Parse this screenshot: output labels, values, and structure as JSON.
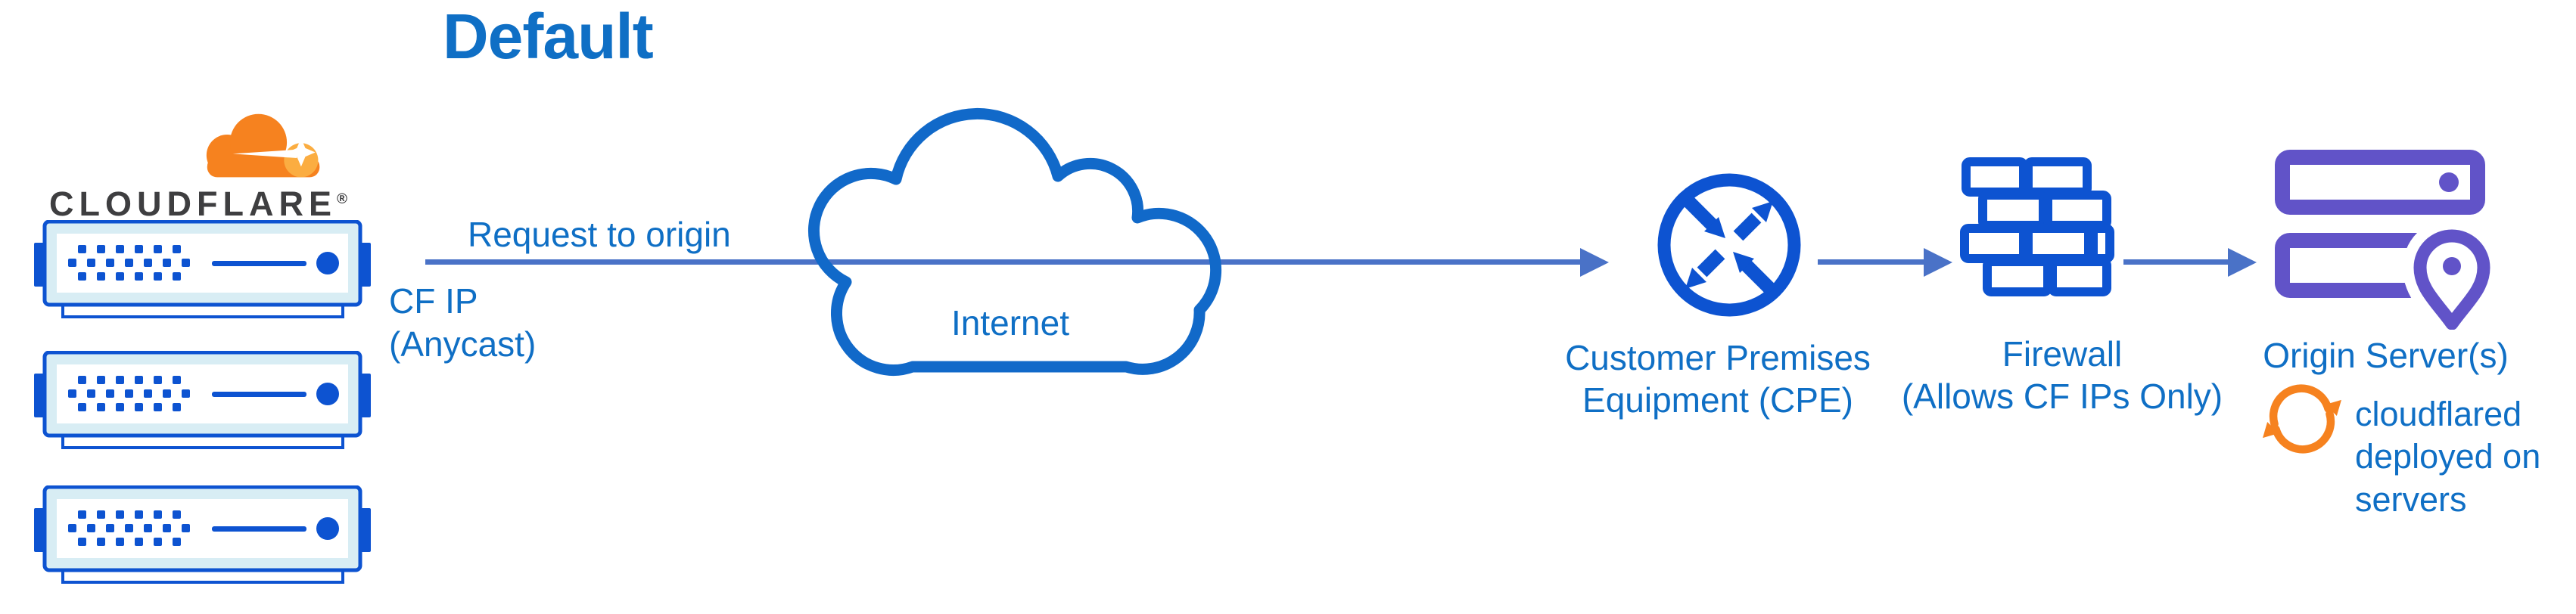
{
  "title": "Default",
  "colors": {
    "text_blue": "#0f6fc5",
    "icon_blue": "#0d53d1",
    "connector_blue": "#4a72c7",
    "cloud_outline_blue": "#1169c9",
    "server_pale": "#d8edf4",
    "origin_purple": "#6153c8",
    "cloudflare_orange": "#f6821f",
    "cloudflare_orange_light": "#fbad41",
    "wordmark_dark": "#3e3e40"
  },
  "cloudflare": {
    "wordmark": "CLOUDFLARE",
    "registered": "®"
  },
  "edge": {
    "request_label": "Request to origin",
    "ip_label_line1": "CF IP",
    "ip_label_line2": "(Anycast)"
  },
  "internet": {
    "label": "Internet"
  },
  "cpe": {
    "label_line1": "Customer Premises",
    "label_line2": "Equipment (CPE)"
  },
  "firewall": {
    "label_line1": "Firewall",
    "label_line2": "(Allows CF IPs Only)"
  },
  "origin": {
    "label": "Origin Server(s)",
    "note_line1": "cloudflared",
    "note_line2": "deployed on",
    "note_line3": "servers"
  }
}
